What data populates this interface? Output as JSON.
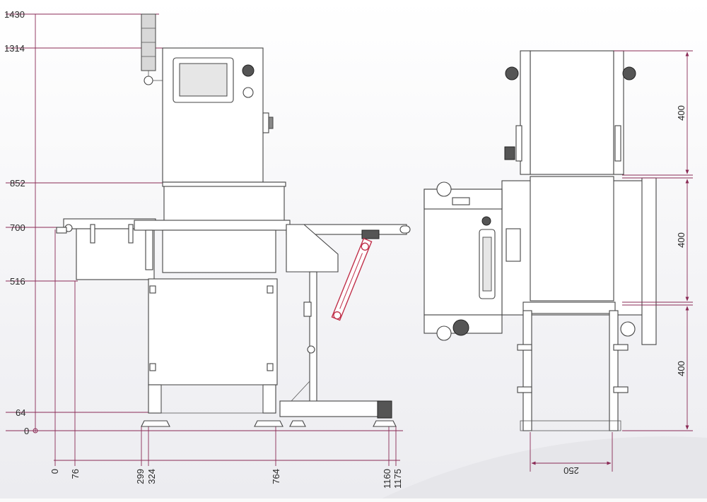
{
  "colors": {
    "dimension_line": "#8a2a55",
    "machine_line": "#444444",
    "cylinder": "#c0304a"
  },
  "front_view": {
    "height_labels": [
      "1430",
      "1314",
      "852",
      "700",
      "516",
      "64",
      "0"
    ],
    "width_labels": [
      "0",
      "76",
      "299",
      "324",
      "764",
      "1160",
      "1175"
    ]
  },
  "side_view": {
    "height_labels": [
      "400",
      "400",
      "400"
    ],
    "width_label": "250"
  }
}
